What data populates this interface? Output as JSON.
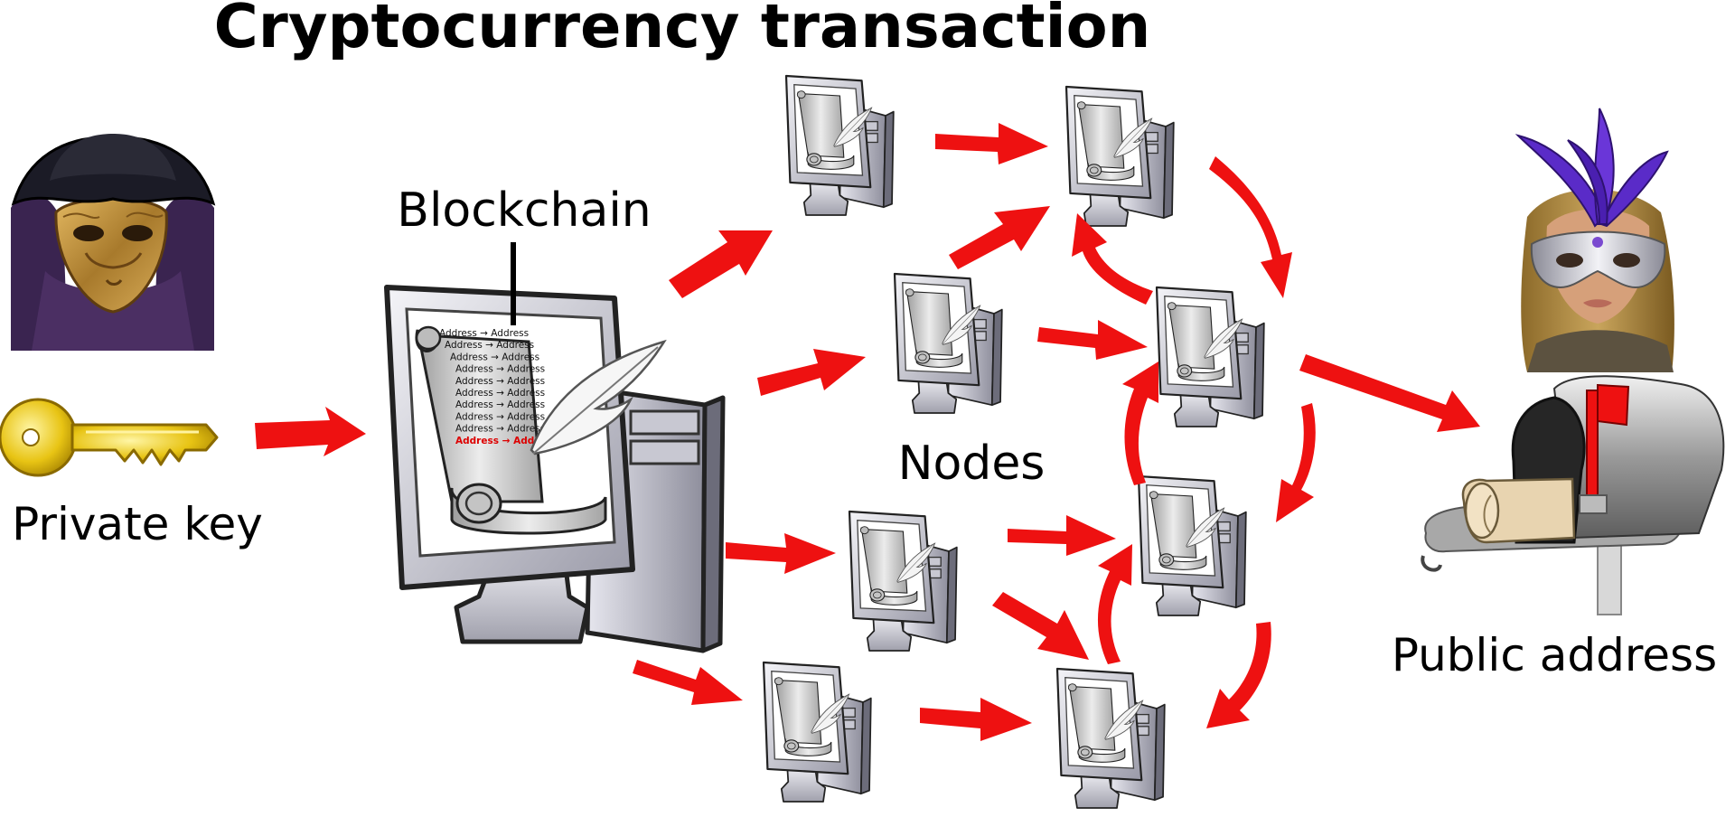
{
  "title": "Cryptocurrency transaction",
  "labels": {
    "blockchain": "Blockchain",
    "nodes": "Nodes",
    "private_key": "Private key",
    "public_address": "Public address"
  },
  "ledger": {
    "entry": "Address → Address",
    "rows": 10,
    "highlight_last": true
  },
  "colors": {
    "arrow": "#ee1111",
    "highlight_entry": "#dd0000",
    "key": "#e8c414",
    "plume": "#5a2bc8"
  },
  "icons": {
    "sender": "masked-figure-hat-icon",
    "key": "gold-key-icon",
    "recipient": "masked-figure-feathers-icon",
    "mailbox": "mailbox-with-scroll-icon",
    "computer": "computer-with-ledger-scroll-icon"
  },
  "node_count": 8
}
